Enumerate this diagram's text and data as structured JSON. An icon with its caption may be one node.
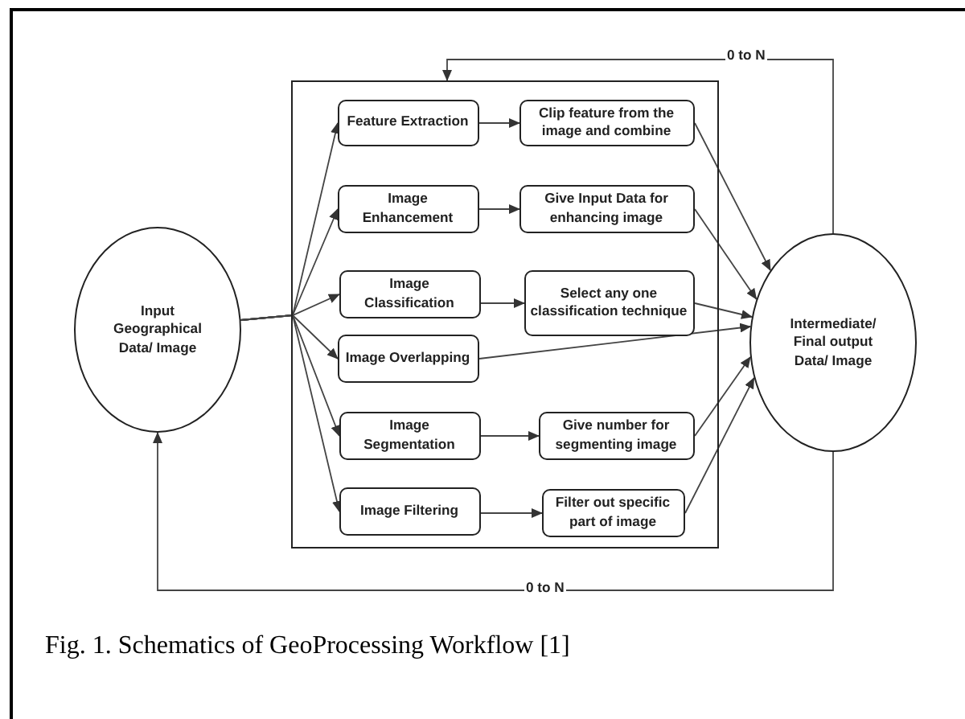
{
  "diagram": {
    "caption": "Fig. 1. Schematics of GeoProcessing Workflow [1]",
    "nodes": [
      {
        "text": [
          "Input Geographical Data/ Image"
        ]
      },
      {
        "text": [],
        "shape": "box"
      },
      {
        "text": [
          "Feature Extraction"
        ],
        "in": 1
      },
      {
        "text": [
          "Clip feature from the image and combine"
        ],
        "in": 1
      },
      {
        "text": [
          "Image Enhancement"
        ],
        "in": 1
      },
      {
        "text": [
          "Give Input Data for enhancing image"
        ],
        "in": 1
      },
      {
        "text": [
          "Image Classification"
        ],
        "in": 1
      },
      {
        "text": [
          "Select any one classification technique"
        ],
        "in": 1
      },
      {
        "text": [
          "Image Overlapping"
        ],
        "in": 1
      },
      {
        "text": [
          "Image Segmentation"
        ],
        "in": 1
      },
      {
        "text": [
          "Give number for segmenting image"
        ],
        "in": 1
      },
      {
        "text": [
          "Image Filtering"
        ],
        "in": 1
      },
      {
        "text": [
          "Filter out specific part of image"
        ],
        "in": 1
      },
      {
        "text": [
          "Intermediate/ Final output Data/ Image"
        ]
      }
    ],
    "edges": [
      {
        "from": 0,
        "to": 2,
        "arrow": "to"
      },
      {
        "from": 0,
        "to": 4,
        "arrow": "to"
      },
      {
        "from": 0,
        "to": 6,
        "arrow": "to"
      },
      {
        "from": 0,
        "to": 8,
        "arrow": "to"
      },
      {
        "from": 0,
        "to": 9,
        "arrow": "to"
      },
      {
        "from": 0,
        "to": 11,
        "arrow": "to"
      },
      {
        "from": 2,
        "to": 3,
        "arrow": "to"
      },
      {
        "from": 4,
        "to": 5,
        "arrow": "to"
      },
      {
        "from": 6,
        "to": 7,
        "arrow": "to"
      },
      {
        "from": 9,
        "to": 10,
        "arrow": "to"
      },
      {
        "from": 11,
        "to": 12,
        "arrow": "to"
      },
      {
        "from": 3,
        "to": 13,
        "arrow": "to"
      },
      {
        "from": 5,
        "to": 13,
        "arrow": "to"
      },
      {
        "from": 7,
        "to": 13,
        "arrow": "to"
      },
      {
        "from": 8,
        "to": 13,
        "arrow": "to"
      },
      {
        "from": 10,
        "to": 13,
        "arrow": "to"
      },
      {
        "from": 12,
        "to": 13,
        "arrow": "to"
      },
      {
        "from": 13,
        "to": 1,
        "label": "0 to N",
        "arrow": "to"
      },
      {
        "from": 13,
        "to": 0,
        "label": "0 to N",
        "arrow": "to"
      }
    ]
  }
}
